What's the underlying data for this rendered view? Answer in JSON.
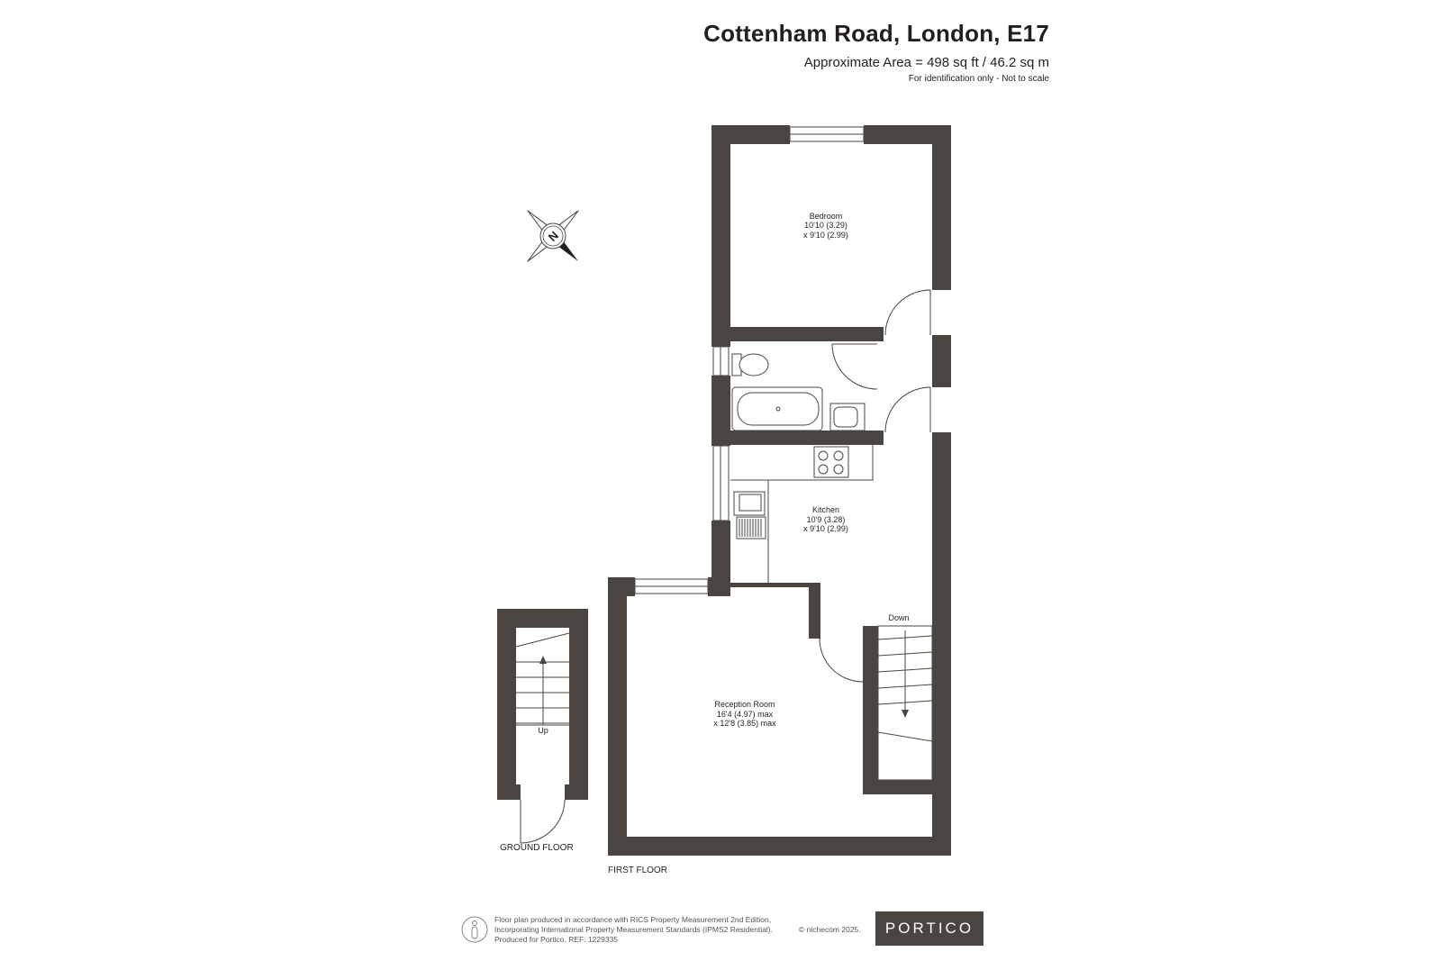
{
  "header": {
    "title": "Cottenham Road, London, E17",
    "area": "Approximate Area = 498 sq ft / 46.2 sq m",
    "note": "For identification only - Not to scale"
  },
  "rooms": {
    "bedroom": {
      "name": "Bedroom",
      "dim1": "10'10 (3.29)",
      "dim2": "x 9'10 (2.99)"
    },
    "kitchen": {
      "name": "Kitchen",
      "dim1": "10'9 (3.28)",
      "dim2": "x 9'10 (2.99)"
    },
    "reception": {
      "name": "Reception Room",
      "dim1": "16'4 (4.97) max",
      "dim2": "x 12'8 (3.85) max"
    }
  },
  "floors": {
    "ground": "GROUND FLOOR",
    "first": "FIRST FLOOR"
  },
  "stairs": {
    "up": "Up",
    "down": "Down"
  },
  "compass": {
    "letter": "N"
  },
  "footer": {
    "line1": "Floor plan produced in accordance with RICS Property Measurement 2nd Edition,",
    "line2": "Incorporating International Property Measurement Standards (IPMS2 Residential).",
    "line3": "Produced for Portico.   REF:  1229335",
    "copyright": "© nichecom 2025.",
    "logo": "PORTICO"
  },
  "colors": {
    "wall": "#4a4541",
    "text": "#231f20"
  }
}
